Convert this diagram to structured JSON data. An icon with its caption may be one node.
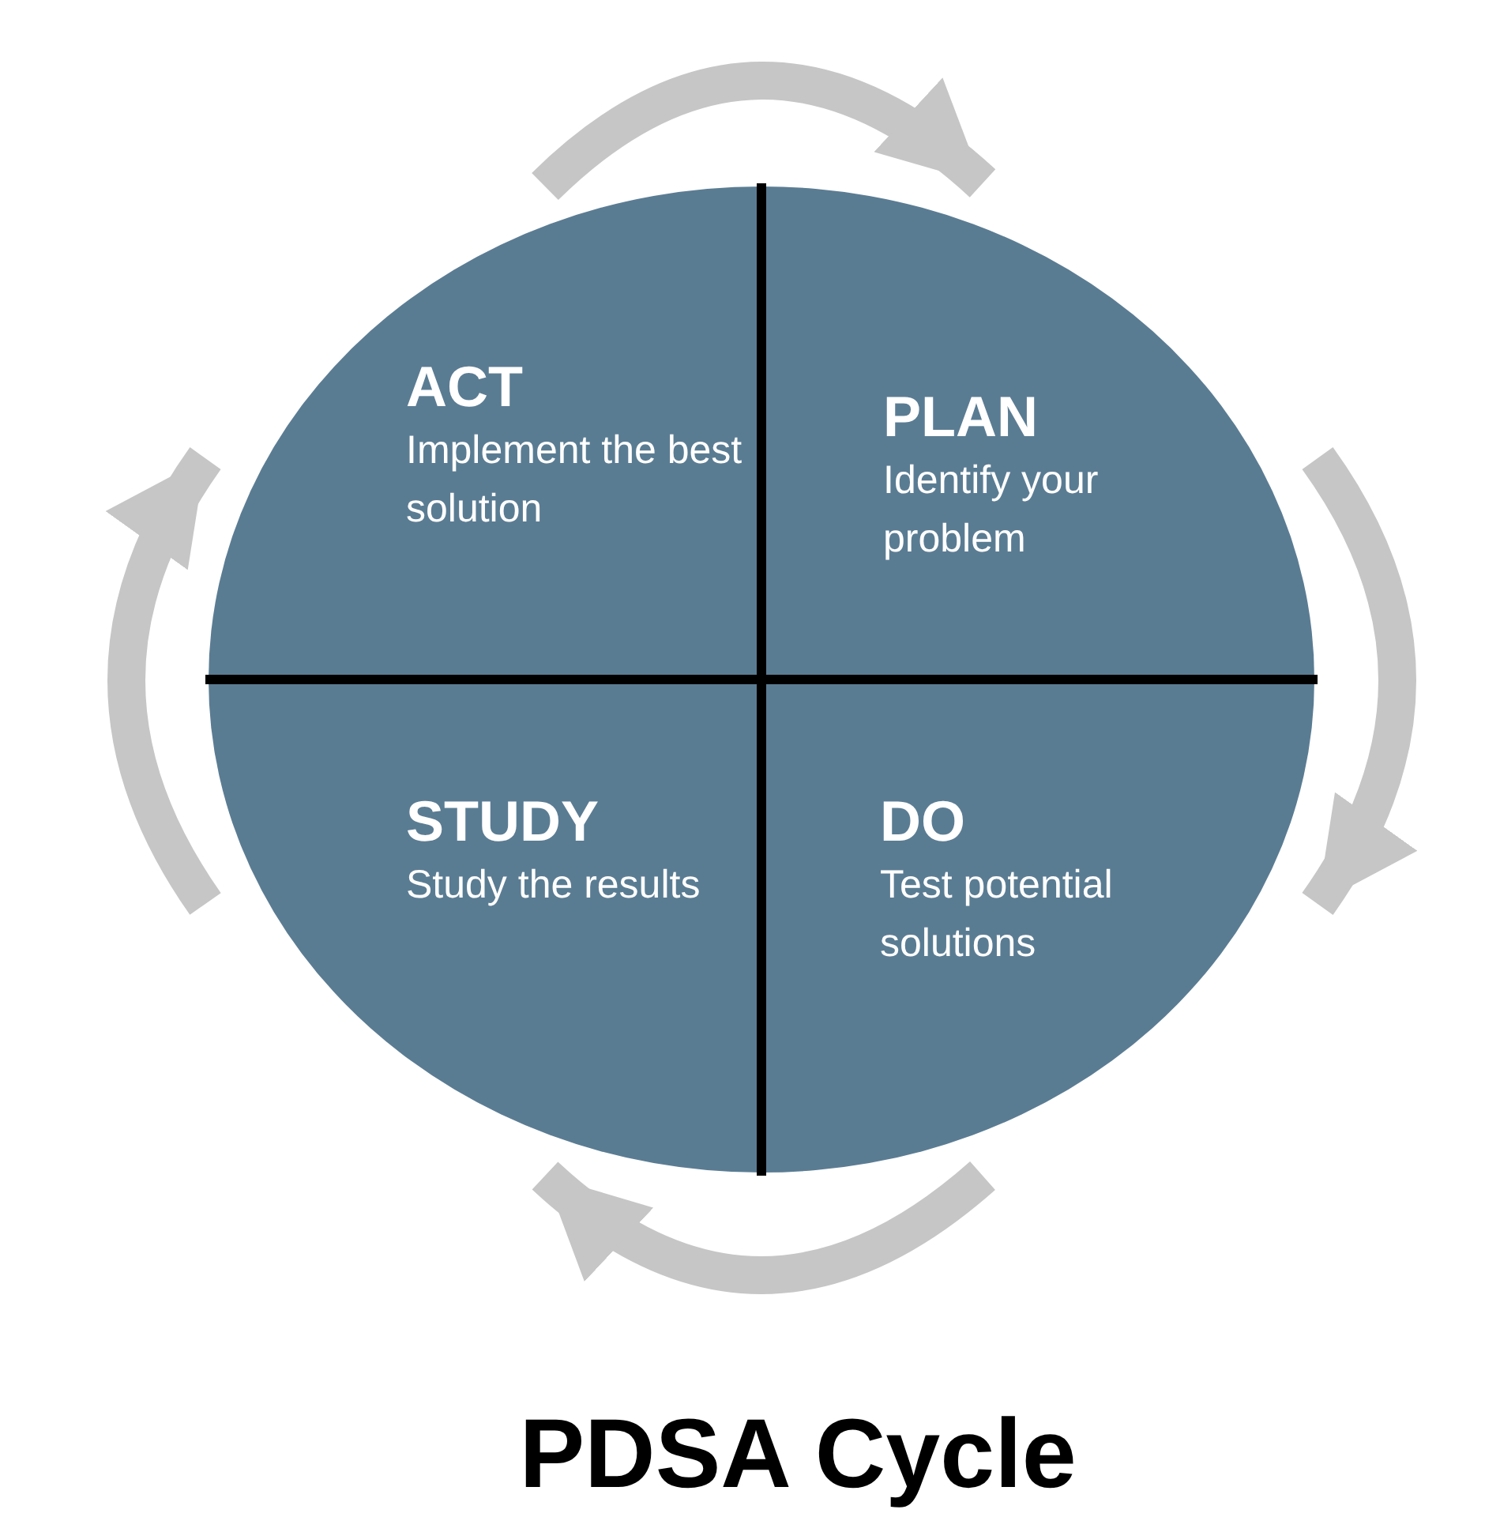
{
  "diagram": {
    "title": "PDSA Cycle",
    "nodes": [
      {
        "text": [
          "ACT",
          "Implement the best solution"
        ]
      },
      {
        "text": [
          "PLAN",
          "Identify your problem"
        ]
      },
      {
        "text": [
          "STUDY",
          "Study the results"
        ]
      },
      {
        "text": [
          "DO",
          "Test potential solutions"
        ]
      }
    ],
    "edges": [
      {
        "from": 0,
        "to": 1,
        "arrow": "to"
      },
      {
        "from": 1,
        "to": 3,
        "arrow": "to"
      },
      {
        "from": 3,
        "to": 2,
        "arrow": "to"
      },
      {
        "from": 2,
        "to": 0,
        "arrow": "to"
      }
    ]
  }
}
